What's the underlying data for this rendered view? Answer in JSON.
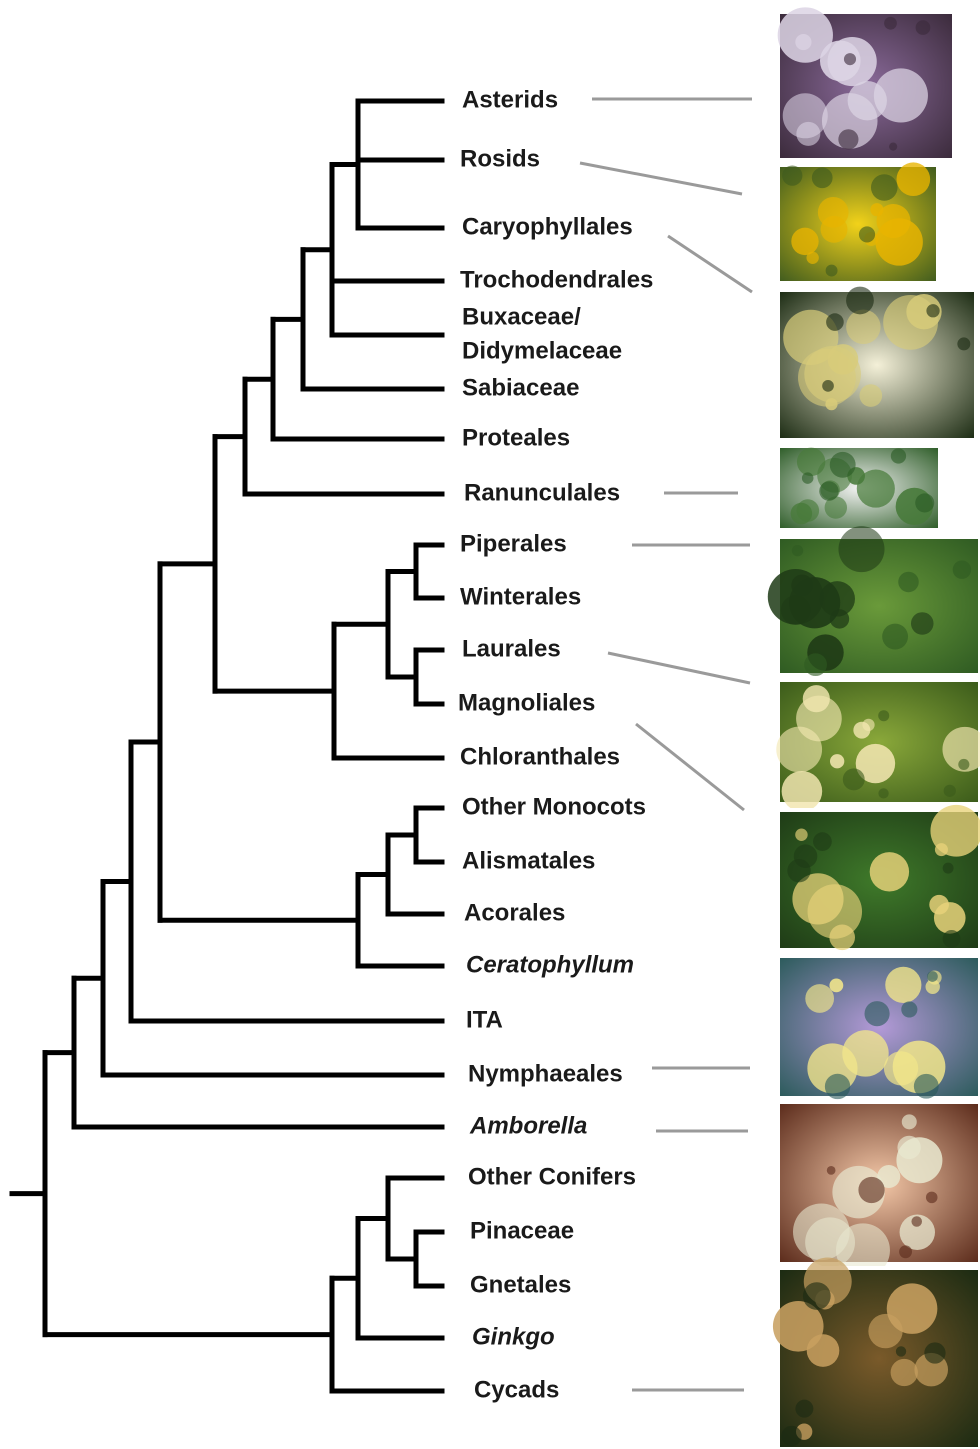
{
  "taxa": [
    {
      "label": "Asterids",
      "italic": false
    },
    {
      "label": "Rosids",
      "italic": false
    },
    {
      "label": "Caryophyllales",
      "italic": false
    },
    {
      "label": "Trochodendrales",
      "italic": false
    },
    {
      "label": "Buxaceae/",
      "italic": false
    },
    {
      "label": "Didymelaceae",
      "italic": false
    },
    {
      "label": "Sabiaceae",
      "italic": false
    },
    {
      "label": "Proteales",
      "italic": false
    },
    {
      "label": "Ranunculales",
      "italic": false
    },
    {
      "label": "Piperales",
      "italic": false
    },
    {
      "label": "Winterales",
      "italic": false
    },
    {
      "label": "Laurales",
      "italic": false
    },
    {
      "label": "Magnoliales",
      "italic": false
    },
    {
      "label": "Chloranthales",
      "italic": false
    },
    {
      "label": "Other Monocots",
      "italic": false
    },
    {
      "label": "Alismatales",
      "italic": false
    },
    {
      "label": "Acorales",
      "italic": false
    },
    {
      "label": "Ceratophyllum",
      "italic": true
    },
    {
      "label": "ITA",
      "italic": false
    },
    {
      "label": "Nymphaeales",
      "italic": false
    },
    {
      "label": "Amborella",
      "italic": true
    },
    {
      "label": "Other Conifers",
      "italic": false
    },
    {
      "label": "Pinaceae",
      "italic": false
    },
    {
      "label": "Gnetales",
      "italic": false
    },
    {
      "label": "Ginkgo",
      "italic": true
    },
    {
      "label": "Cycads",
      "italic": false
    }
  ],
  "photos": [
    {
      "subject": "purple-white-flowers",
      "colors": [
        "#3a2a3a",
        "#8a6a9a",
        "#dcd4e4"
      ]
    },
    {
      "subject": "yellow-flowers",
      "colors": [
        "#3e5a1e",
        "#f2d21a",
        "#e8b400"
      ]
    },
    {
      "subject": "white-spiky-flower",
      "colors": [
        "#1a2a12",
        "#f4f0d8",
        "#d8cc7a"
      ]
    },
    {
      "subject": "small-white-flowers-foliage",
      "colors": [
        "#2a5a24",
        "#f2f2f2",
        "#487a3a"
      ]
    },
    {
      "subject": "green-grass-foliage",
      "colors": [
        "#2e5a22",
        "#6a9a3a",
        "#1e3a16"
      ]
    },
    {
      "subject": "avocado-fruit",
      "colors": [
        "#3a5a1a",
        "#8aa83a",
        "#f2e6b0"
      ]
    },
    {
      "subject": "tulip-tree-flower",
      "colors": [
        "#1e3a16",
        "#3f7a2a",
        "#e8d27a"
      ]
    },
    {
      "subject": "water-lily",
      "colors": [
        "#2a5a5a",
        "#b49ad8",
        "#f2e68a"
      ]
    },
    {
      "subject": "peach-blossom",
      "colors": [
        "#5a2a1a",
        "#f4c8a8",
        "#e8e8d0"
      ]
    },
    {
      "subject": "cycad-cone",
      "colors": [
        "#1a2a12",
        "#7a5a2a",
        "#c8a060"
      ]
    }
  ]
}
